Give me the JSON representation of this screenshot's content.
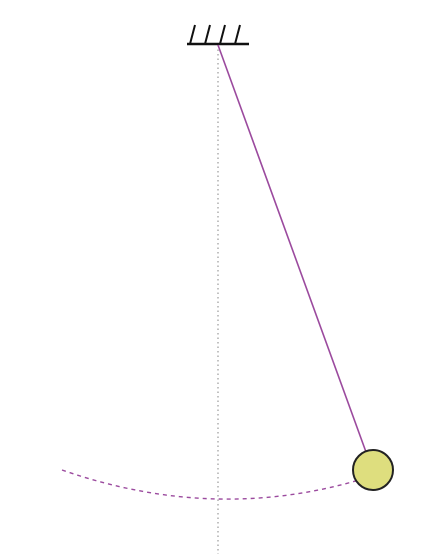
{
  "diagram": {
    "kind": "simple pendulum",
    "elements": [
      "fixed-support",
      "equilibrium-line",
      "string",
      "swing-arc",
      "bob"
    ]
  },
  "colors": {
    "background": "#ffffff",
    "support": "#111111",
    "equilibrium_line": "#9a9a9a",
    "string": "#9b4a9e",
    "arc": "#9b4a9e",
    "bob_fill": "#dede7e",
    "bob_stroke": "#222222"
  }
}
